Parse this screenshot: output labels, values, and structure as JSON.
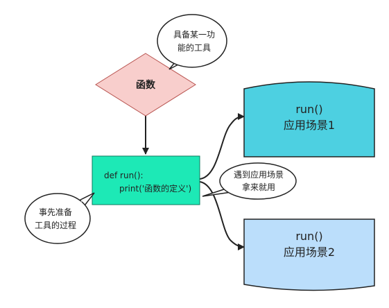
{
  "function_node": {
    "label": "函数"
  },
  "callout_tool": {
    "line1": "具备某一功",
    "line2": "能的工具"
  },
  "code_box": {
    "line1": "def run():",
    "line2": "print('函数的定义')"
  },
  "callout_prepare": {
    "line1": "事先准备",
    "line2": "工具的过程"
  },
  "callout_use": {
    "line1": "遇到应用场景",
    "line2": "拿来就用"
  },
  "scene1": {
    "title": "run()",
    "subtitle": "应用场景1"
  },
  "scene2": {
    "title": "run()",
    "subtitle": "应用场景2"
  },
  "colors": {
    "diamond_fill": "#f8cecc",
    "code_box_fill": "#1de9b6",
    "scene1_fill": "#4dd0e1",
    "scene2_fill": "#bbdefb",
    "stroke": "#222222"
  }
}
